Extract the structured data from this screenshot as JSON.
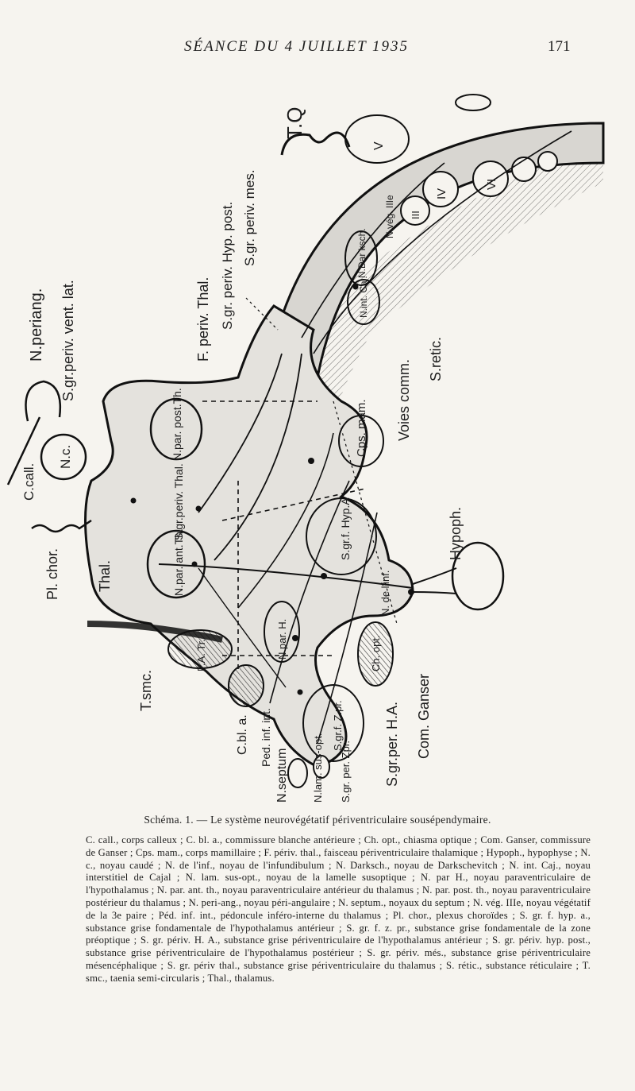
{
  "header": {
    "running_title": "SÉANCE DU 4 JUILLET 1935",
    "page_number": "171"
  },
  "figure": {
    "labels": {
      "tq": "T.Q",
      "n_periang": "N.periang.",
      "s_gr_periv_vent_lat": "S.gr.periv. vent. lat.",
      "f_periv_thal": "F. periv. Thal.",
      "s_gr_periv_hyp_post": "S.gr. periv. Hyp. post.",
      "s_gr_periv_mes": "S.gr. periv. mes.",
      "s_retic": "S.retic.",
      "voies_comm": "Voies comm.",
      "cps_mam": "Cps. mam.",
      "c_call": "C.call.",
      "n_c": "N.c.",
      "n_par_post_th": "N.par. post.Th.",
      "s_gr_periv_thal": "S.gr.periv. Thal.",
      "pl_chor": "Pl. chor.",
      "thal": "Thal.",
      "n_par_ant_th": "N.par. ant.Th.",
      "s_gr_f_hyp_a": "S.gr.f. Hyp.A",
      "hypoph": "Hypoph.",
      "n_de_l_inf": "N. de l'inf.",
      "n_par_h": "N.par. H.",
      "p_a_tr": "P.A. Tr.",
      "ch_opt": "Ch. opt.",
      "t_smc": "T.smc.",
      "com_ganser": "Com. Ganser",
      "c_bl_a": "C.bl. a.",
      "ped_inf_int": "Ped. inf. int.",
      "n_septum": "N.septum",
      "n_lam_sus_opt": "N.lam. sus-opt.",
      "s_gr_per_zpr": "S.gr. per. Zpr.",
      "s_gr_f_z_pr": "S.gr.f. Z.pr.",
      "s_gr_per_h_a": "S.gr.per. H.A.",
      "n_dark": "N.Dar ksch.",
      "n_int_caj": "N.int. Caj.",
      "n_veg_iii": "N.vég. IIIe",
      "v": "V",
      "iv": "IV",
      "vi": "VI",
      "iii": "III"
    }
  },
  "caption": "Schéma. 1. — Le système neurovégétatif périventriculaire sousépendymaire.",
  "legend": "C. call., corps calleux ; C. bl. a., commissure blanche antérieure ; Ch. opt., chiasma optique ; Com. Ganser, commissure de Ganser ; Cps. mam., corps mamillaire ; F. périv. thal., faisceau périventriculaire thalamique ; Hypoph., hypophyse ; N. c., noyau caudé ; N. de l'inf., noyau de l'infundibulum ; N. Darksch., noyau de Darkschevitch ; N. int. Caj., noyau interstitiel de Cajal ; N. lam. sus-opt., noyau de la lamelle susoptique ; N. par H., noyau paraventriculaire de l'hypothalamus ; N. par. ant. th., noyau paraventriculaire antérieur du thalamus ; N. par. post. th., noyau paraventriculaire postérieur du thalamus ; N. peri-ang., noyau péri-angulaire ; N. septum., noyaux du septum ; N. vég. IIIe, noyau végétatif de la 3e paire ; Péd. inf. int., pédoncule inféro-interne du thalamus ; Pl. chor., plexus choroïdes ; S. gr. f. hyp. a., substance grise fondamentale de l'hypothalamus antérieur ; S. gr. f. z. pr., substance grise fondamentale de la zone préoptique ; S. gr. périv. H. A., substance grise périventriculaire de l'hypothalamus antérieur ; S. gr. périv. hyp. post., substance grise périventriculaire de l'hypothalamus postérieur ; S. gr. périv. més., substance grise périventriculaire mésencéphalique ; S. gr. périv thal., substance grise périventriculaire du thalamus ; S. rétic., substance réticulaire ; T. smc., taenia semi-circularis ; Thal., thalamus."
}
